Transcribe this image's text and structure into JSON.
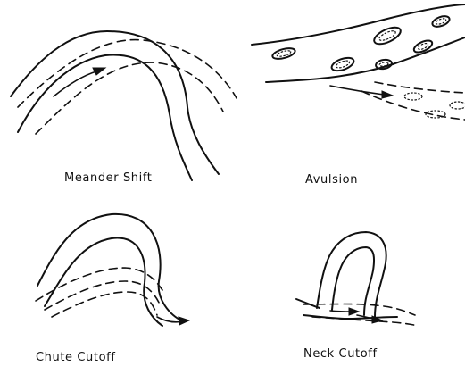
{
  "panels": [
    {
      "id": "meander-shift",
      "caption": "Meander Shift"
    },
    {
      "id": "avulsion",
      "caption": "Avulsion"
    },
    {
      "id": "chute-cutoff",
      "caption": "Chute Cutoff"
    },
    {
      "id": "neck-cutoff",
      "caption": "Neck Cutoff"
    }
  ],
  "colors": {
    "ink": "#111111",
    "background": "#ffffff"
  }
}
